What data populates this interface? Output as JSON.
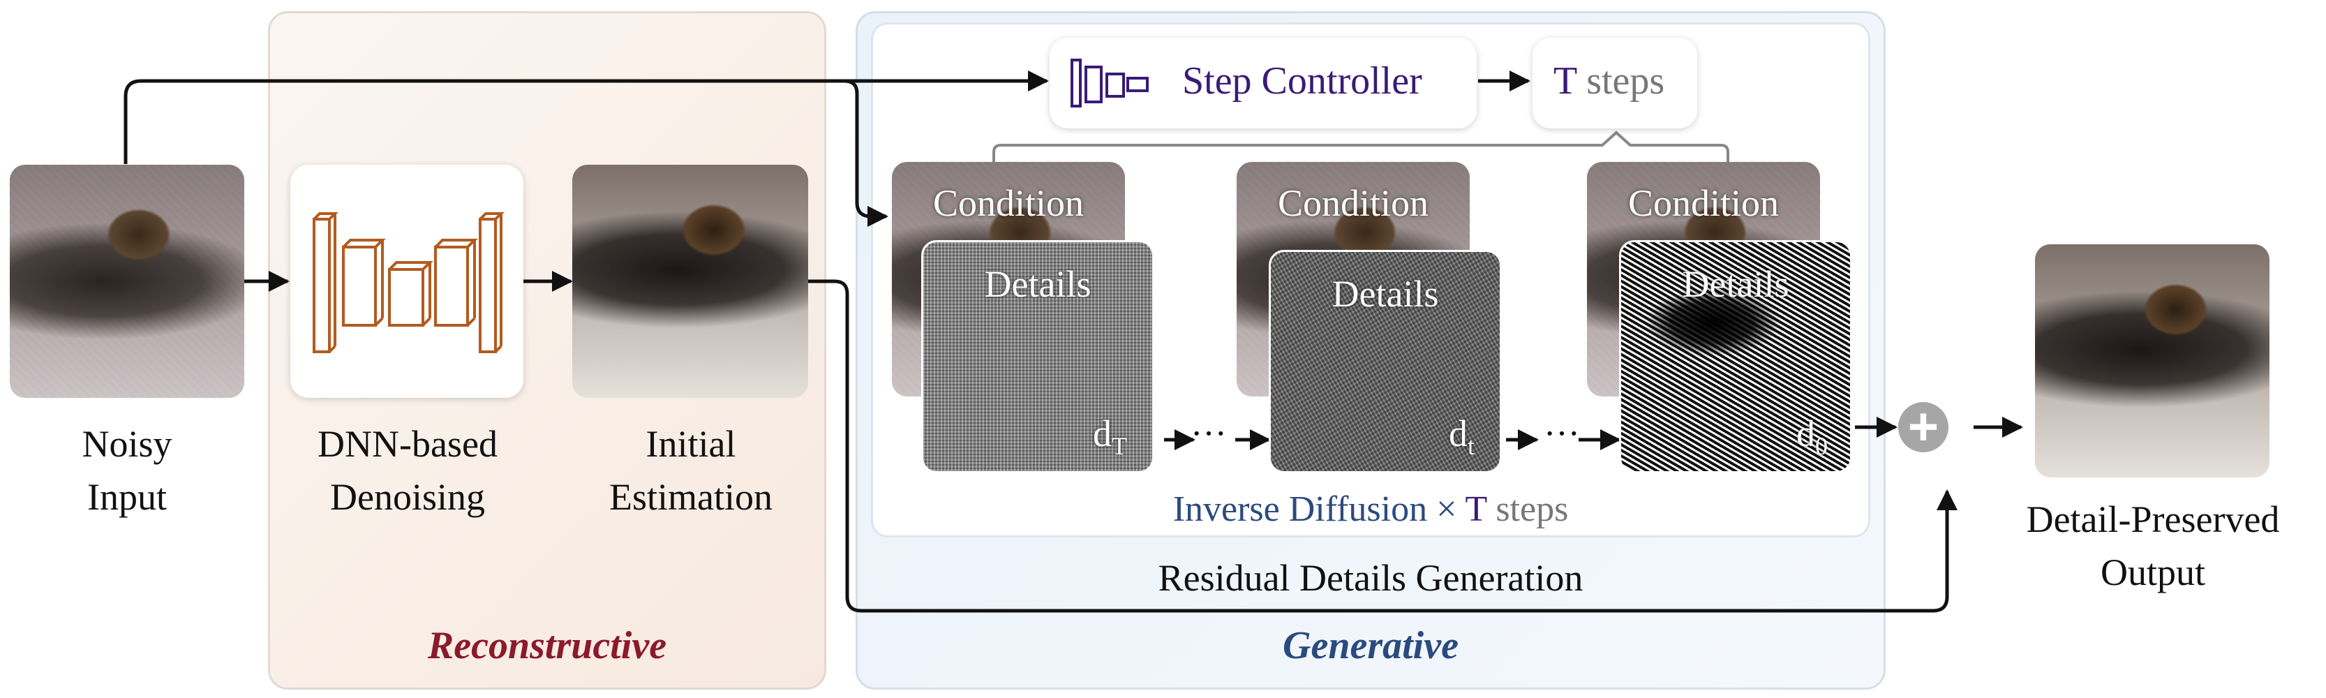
{
  "stages": {
    "noisy_input": "Noisy\nInput",
    "dnn_denoising": "DNN-based\nDenoising",
    "initial_estimation": "Initial\nEstimation",
    "output": "Detail-Preserved\nOutput"
  },
  "step_controller": {
    "label": "Step Controller",
    "t_symbol": "T",
    "t_suffix": "steps"
  },
  "tiles": [
    {
      "condition": "Condition",
      "details": "Details",
      "sym": "d",
      "sub": "T"
    },
    {
      "condition": "Condition",
      "details": "Details",
      "sym": "d",
      "sub": "t"
    },
    {
      "condition": "Condition",
      "details": "Details",
      "sym": "d",
      "sub": "0"
    }
  ],
  "dots": "···",
  "inverse_diffusion": {
    "text": "Inverse Diffusion ×",
    "t_symbol": "T",
    "suffix": "steps"
  },
  "residual_label": "Residual Details Generation",
  "panels": {
    "reconstructive": "Reconstructive",
    "generative": "Generative"
  },
  "plus_symbol": "+",
  "colors": {
    "accent_purple": "#3b1a78",
    "unet_orange": "#b35a1f",
    "reconstructive_red": "#8b1a2b",
    "generative_blue": "#2b4a7e",
    "arrow": "#111111"
  }
}
